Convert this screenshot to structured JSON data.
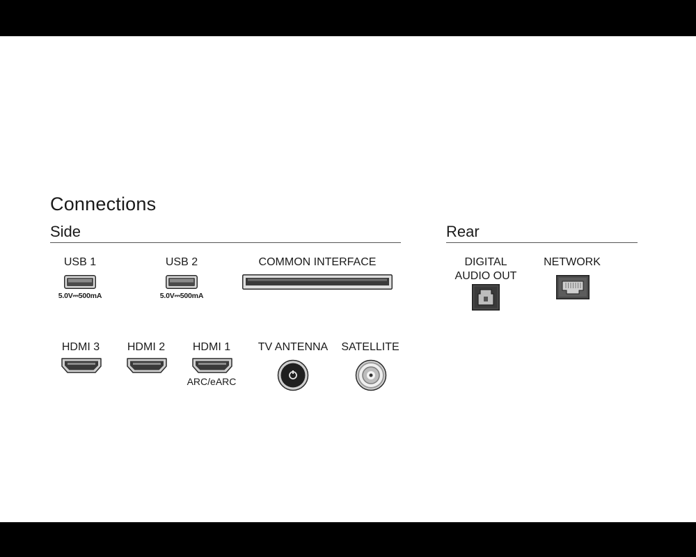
{
  "title": "Connections",
  "side": {
    "heading": "Side",
    "usb1": {
      "label": "USB 1",
      "spec": "5.0V⎓500mA"
    },
    "usb2": {
      "label": "USB 2",
      "spec": "5.0V⎓500mA"
    },
    "common_interface": {
      "label": "COMMON INTERFACE"
    },
    "hdmi3": {
      "label": "HDMI 3"
    },
    "hdmi2": {
      "label": "HDMI 2"
    },
    "hdmi1": {
      "label": "HDMI 1",
      "sub": "ARC/eARC"
    },
    "tv_antenna": {
      "label": "TV ANTENNA"
    },
    "satellite": {
      "label": "SATELLITE"
    }
  },
  "rear": {
    "heading": "Rear",
    "digital_audio_out": {
      "label_line1": "DIGITAL",
      "label_line2": "AUDIO OUT"
    },
    "network": {
      "label": "NETWORK"
    }
  },
  "icons": {
    "usb": "usb-port-icon",
    "common_interface": "ci-slot-icon",
    "hdmi": "hdmi-port-icon",
    "antenna": "coax-antenna-icon",
    "satellite": "satellite-f-connector-icon",
    "optical": "optical-audio-icon",
    "network": "ethernet-port-icon"
  }
}
